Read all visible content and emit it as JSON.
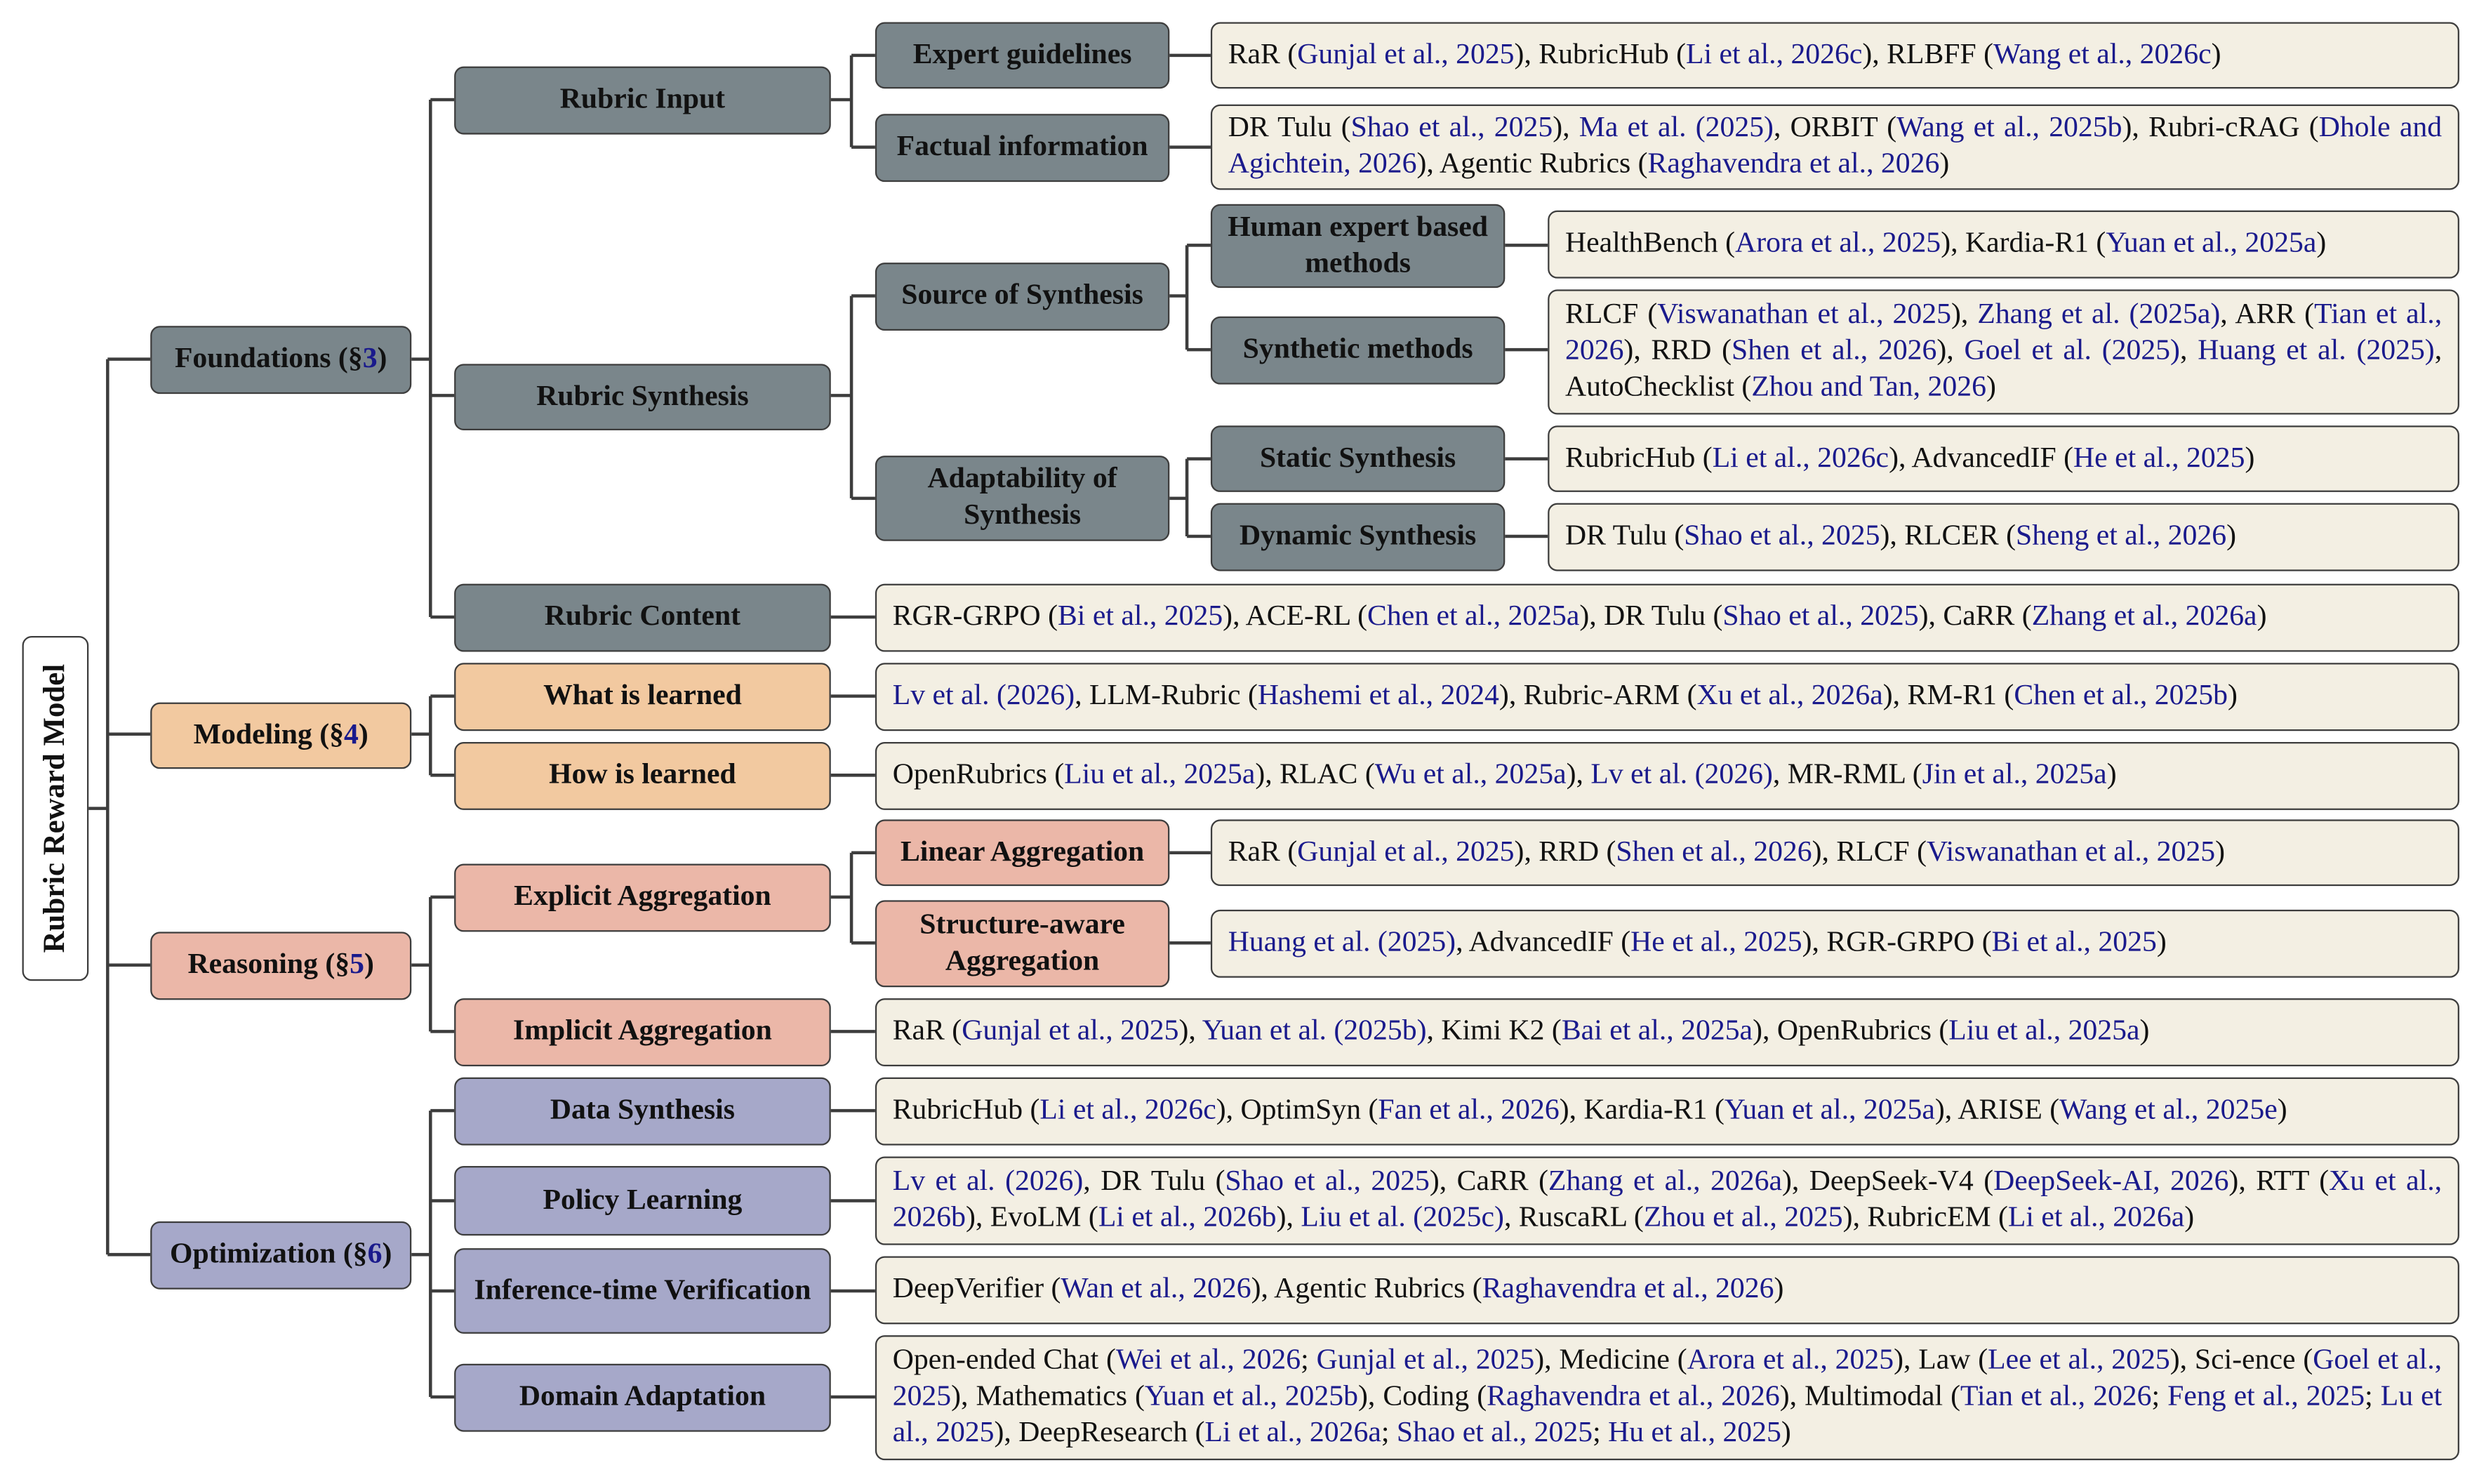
{
  "root": {
    "label": "Rubric Reward Model"
  },
  "sections": {
    "foundations": {
      "label": "Foundations (§",
      "ref": "3",
      "close": ")"
    },
    "modeling": {
      "label": "Modeling (§",
      "ref": "4",
      "close": ")"
    },
    "reasoning": {
      "label": "Reasoning (§",
      "ref": "5",
      "close": ")"
    },
    "optimization": {
      "label": "Optimization (§",
      "ref": "6",
      "close": ")"
    }
  },
  "nodes": {
    "rubric_input": "Rubric Input",
    "expert_guidelines": "Expert guidelines",
    "factual_information": "Factual information",
    "rubric_synthesis": "Rubric Synthesis",
    "source_of_synthesis": "Source of Synthesis",
    "human_expert": "Human expert based methods",
    "synthetic_methods": "Synthetic methods",
    "adaptability": "Adaptability of Synthesis",
    "static_synthesis": "Static Synthesis",
    "dynamic_synthesis": "Dynamic Synthesis",
    "rubric_content": "Rubric Content",
    "what_is_learned": "What is learned",
    "how_is_learned": "How is learned",
    "explicit_aggregation": "Explicit Aggregation",
    "linear_aggregation": "Linear Aggregation",
    "structure_aware": "Structure-aware Aggregation",
    "implicit_aggregation": "Implicit Aggregation",
    "data_synthesis": "Data Synthesis",
    "policy_learning": "Policy Learning",
    "inference_time": "Inference-time Verification",
    "domain_adaptation": "Domain Adaptation"
  },
  "leaves": {
    "expert_guidelines": [
      [
        "t",
        "RaR ("
      ],
      [
        "c",
        "Gunjal et al., 2025"
      ],
      [
        "t",
        "), RubricHub ("
      ],
      [
        "c",
        "Li et al., 2026c"
      ],
      [
        "t",
        "), RLBFF ("
      ],
      [
        "c",
        "Wang et al., 2026c"
      ],
      [
        "t",
        ")"
      ]
    ],
    "factual_information": [
      [
        "t",
        "DR Tulu ("
      ],
      [
        "c",
        "Shao et al., 2025"
      ],
      [
        "t",
        "), "
      ],
      [
        "c",
        "Ma et al. (2025)"
      ],
      [
        "t",
        ", ORBIT ("
      ],
      [
        "c",
        "Wang et al., 2025b"
      ],
      [
        "t",
        "), Rubri-cRAG ("
      ],
      [
        "c",
        "Dhole and Agichtein, 2026"
      ],
      [
        "t",
        "), Agentic Rubrics ("
      ],
      [
        "c",
        "Raghavendra et al., 2026"
      ],
      [
        "t",
        ")"
      ]
    ],
    "human_expert": [
      [
        "t",
        "HealthBench ("
      ],
      [
        "c",
        "Arora et al., 2025"
      ],
      [
        "t",
        "), Kardia-R1 ("
      ],
      [
        "c",
        "Yuan et al., 2025a"
      ],
      [
        "t",
        ")"
      ]
    ],
    "synthetic_methods": [
      [
        "t",
        "RLCF ("
      ],
      [
        "c",
        "Viswanathan et al., 2025"
      ],
      [
        "t",
        "), "
      ],
      [
        "c",
        "Zhang et al. (2025a)"
      ],
      [
        "t",
        ", ARR ("
      ],
      [
        "c",
        "Tian et al., 2026"
      ],
      [
        "t",
        "), RRD ("
      ],
      [
        "c",
        "Shen et al., 2026"
      ],
      [
        "t",
        "), "
      ],
      [
        "c",
        "Goel et al. (2025)"
      ],
      [
        "t",
        ", "
      ],
      [
        "c",
        "Huang et al. (2025)"
      ],
      [
        "t",
        ", AutoChecklist ("
      ],
      [
        "c",
        "Zhou and Tan, 2026"
      ],
      [
        "t",
        ")"
      ]
    ],
    "static_synthesis": [
      [
        "t",
        "RubricHub ("
      ],
      [
        "c",
        "Li et al., 2026c"
      ],
      [
        "t",
        "), AdvancedIF ("
      ],
      [
        "c",
        "He et al., 2025"
      ],
      [
        "t",
        ")"
      ]
    ],
    "dynamic_synthesis": [
      [
        "t",
        "DR Tulu ("
      ],
      [
        "c",
        "Shao et al., 2025"
      ],
      [
        "t",
        "), RLCER ("
      ],
      [
        "c",
        "Sheng et al., 2026"
      ],
      [
        "t",
        ")"
      ]
    ],
    "rubric_content": [
      [
        "t",
        "RGR-GRPO ("
      ],
      [
        "c",
        "Bi et al., 2025"
      ],
      [
        "t",
        "), ACE-RL ("
      ],
      [
        "c",
        "Chen et al., 2025a"
      ],
      [
        "t",
        "), DR Tulu ("
      ],
      [
        "c",
        "Shao et al., 2025"
      ],
      [
        "t",
        "), CaRR ("
      ],
      [
        "c",
        "Zhang et al., 2026a"
      ],
      [
        "t",
        ")"
      ]
    ],
    "what_is_learned": [
      [
        "c",
        "Lv et al. (2026)"
      ],
      [
        "t",
        ", LLM-Rubric ("
      ],
      [
        "c",
        "Hashemi et al., 2024"
      ],
      [
        "t",
        "), Rubric-ARM ("
      ],
      [
        "c",
        "Xu et al., 2026a"
      ],
      [
        "t",
        "), RM-R1 ("
      ],
      [
        "c",
        "Chen et al., 2025b"
      ],
      [
        "t",
        ")"
      ]
    ],
    "how_is_learned": [
      [
        "t",
        "OpenRubrics ("
      ],
      [
        "c",
        "Liu et al., 2025a"
      ],
      [
        "t",
        "), RLAC ("
      ],
      [
        "c",
        "Wu et al., 2025a"
      ],
      [
        "t",
        "), "
      ],
      [
        "c",
        "Lv et al. (2026)"
      ],
      [
        "t",
        ", MR-RML ("
      ],
      [
        "c",
        "Jin et al., 2025a"
      ],
      [
        "t",
        ")"
      ]
    ],
    "linear_aggregation": [
      [
        "t",
        "RaR ("
      ],
      [
        "c",
        "Gunjal et al., 2025"
      ],
      [
        "t",
        "), RRD ("
      ],
      [
        "c",
        "Shen et al., 2026"
      ],
      [
        "t",
        "), RLCF ("
      ],
      [
        "c",
        "Viswanathan et al., 2025"
      ],
      [
        "t",
        ")"
      ]
    ],
    "structure_aware": [
      [
        "c",
        "Huang et al. (2025)"
      ],
      [
        "t",
        ", AdvancedIF ("
      ],
      [
        "c",
        "He et al., 2025"
      ],
      [
        "t",
        "), RGR-GRPO ("
      ],
      [
        "c",
        "Bi et al., 2025"
      ],
      [
        "t",
        ")"
      ]
    ],
    "implicit_aggregation": [
      [
        "t",
        "RaR ("
      ],
      [
        "c",
        "Gunjal et al., 2025"
      ],
      [
        "t",
        "), "
      ],
      [
        "c",
        "Yuan et al. (2025b)"
      ],
      [
        "t",
        ", Kimi K2 ("
      ],
      [
        "c",
        "Bai et al., 2025a"
      ],
      [
        "t",
        "), OpenRubrics ("
      ],
      [
        "c",
        "Liu et al., 2025a"
      ],
      [
        "t",
        ")"
      ]
    ],
    "data_synthesis": [
      [
        "t",
        "RubricHub ("
      ],
      [
        "c",
        "Li et al., 2026c"
      ],
      [
        "t",
        "), OptimSyn ("
      ],
      [
        "c",
        "Fan et al., 2026"
      ],
      [
        "t",
        "), Kardia-R1 ("
      ],
      [
        "c",
        "Yuan et al., 2025a"
      ],
      [
        "t",
        "), ARISE ("
      ],
      [
        "c",
        "Wang et al., 2025e"
      ],
      [
        "t",
        ")"
      ]
    ],
    "policy_learning": [
      [
        "c",
        "Lv et al. (2026)"
      ],
      [
        "t",
        ", DR Tulu ("
      ],
      [
        "c",
        "Shao et al., 2025"
      ],
      [
        "t",
        "), CaRR ("
      ],
      [
        "c",
        "Zhang et al., 2026a"
      ],
      [
        "t",
        "), DeepSeek-V4 ("
      ],
      [
        "c",
        "DeepSeek-AI, 2026"
      ],
      [
        "t",
        "), RTT ("
      ],
      [
        "c",
        "Xu et al., 2026b"
      ],
      [
        "t",
        "), EvoLM ("
      ],
      [
        "c",
        "Li et al., 2026b"
      ],
      [
        "t",
        "), "
      ],
      [
        "c",
        "Liu et al. (2025c)"
      ],
      [
        "t",
        ", RuscaRL ("
      ],
      [
        "c",
        "Zhou et al., 2025"
      ],
      [
        "t",
        "), RubricEM ("
      ],
      [
        "c",
        "Li et al., 2026a"
      ],
      [
        "t",
        ")"
      ]
    ],
    "inference_time": [
      [
        "t",
        "DeepVerifier ("
      ],
      [
        "c",
        "Wan et al., 2026"
      ],
      [
        "t",
        "), Agentic Rubrics ("
      ],
      [
        "c",
        "Raghavendra et al., 2026"
      ],
      [
        "t",
        ")"
      ]
    ],
    "domain_adaptation": [
      [
        "t",
        "Open-ended Chat ("
      ],
      [
        "c",
        "Wei et al., 2026"
      ],
      [
        "t",
        "; "
      ],
      [
        "c",
        "Gunjal et al., 2025"
      ],
      [
        "t",
        "), Medicine ("
      ],
      [
        "c",
        "Arora et al., 2025"
      ],
      [
        "t",
        "), Law ("
      ],
      [
        "c",
        "Lee et al., 2025"
      ],
      [
        "t",
        "), Sci-ence ("
      ],
      [
        "c",
        "Goel et al., 2025"
      ],
      [
        "t",
        "), Mathematics ("
      ],
      [
        "c",
        "Yuan et al., 2025b"
      ],
      [
        "t",
        "), Coding ("
      ],
      [
        "c",
        "Raghavendra et al., 2026"
      ],
      [
        "t",
        "), Multimodal ("
      ],
      [
        "c",
        "Tian et al., 2026"
      ],
      [
        "t",
        "; "
      ],
      [
        "c",
        "Feng et al., 2025"
      ],
      [
        "t",
        "; "
      ],
      [
        "c",
        "Lu et al., 2025"
      ],
      [
        "t",
        "), DeepResearch ("
      ],
      [
        "c",
        "Li et al., 2026a"
      ],
      [
        "t",
        "; "
      ],
      [
        "c",
        "Shao et al., 2025"
      ],
      [
        "t",
        "; "
      ],
      [
        "c",
        "Hu et al., 2025"
      ],
      [
        "t",
        ")"
      ]
    ]
  },
  "colors": {
    "line": "#3d3d3d",
    "gray": "#7a868b",
    "orange": "#f2c9a0",
    "salmon": "#ebb7a8",
    "purple": "#a6a8c9",
    "leaf": "#f3efe3",
    "citation": "#1a1a8c"
  }
}
